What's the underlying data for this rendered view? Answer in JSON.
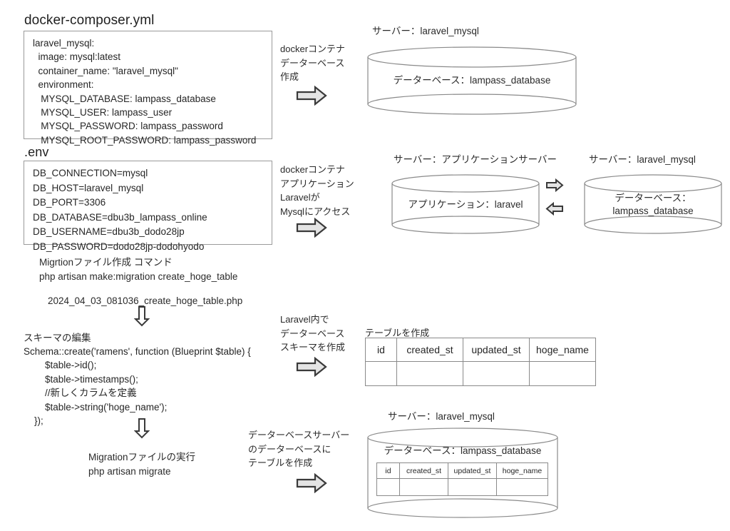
{
  "docker_compose": {
    "title": "docker-composer.yml",
    "lines": [
      "laravel_mysql:",
      "  image: mysql:latest",
      "  container_name: \"laravel_mysql\"",
      "  environment:",
      "   MYSQL_DATABASE: lampass_database",
      "   MYSQL_USER: lampass_user",
      "   MYSQL_PASSWORD: lampass_password",
      "   MYSQL_ROOT_PASSWORD: lampass_password"
    ]
  },
  "env_file": {
    "title": ".env",
    "lines": [
      "DB_CONNECTION=mysql",
      "DB_HOST=laravel_mysql",
      "DB_PORT=3306",
      "DB_DATABASE=dbu3b_lampass_online",
      "DB_USERNAME=dbu3b_dodo28jp",
      "DB_PASSWORD=dodo28jp-dodohyodo"
    ]
  },
  "annotations": {
    "create_db": "dockerコンテナ\nデーターベース\n作成",
    "laravel_access": "dockerコンテナ\nアプリケーション\nLaravelが\nMysqlにアクセス",
    "schema_in_laravel": "Laravel内で\nデーターベース\nスキーマを作成",
    "create_table_in_db": "データーベースサーバー\nのデーターベースに\nテーブルを作成"
  },
  "servers": {
    "mysql_top": {
      "label": "サーバー：laravel_mysql",
      "body": "データーベース：lampass_database"
    },
    "app_server": {
      "label": "サーバー：アプリケーションサーバー",
      "body": "アプリケーション：laravel"
    },
    "mysql_mid": {
      "label": "サーバー：laravel_mysql",
      "body": "データーベース：\nlampass_database"
    },
    "mysql_bottom": {
      "label": "サーバー：laravel_mysql",
      "body": "データーベース：lampass_database"
    }
  },
  "migration": {
    "command_note": "Migrtionファイル作成 コマンド\nphp artisan make:migration create_hoge_table",
    "generated_file": "2024_04_03_081036_create_hoge_table.php",
    "run_note": "Migrationファイルの実行\nphp artisan migrate"
  },
  "schema": {
    "heading": "スキーマの編集",
    "lines": [
      "Schema::create('ramens', function (Blueprint $table) {",
      "        $table->id();",
      "        $table->timestamps();",
      "        //新しくカラムを定義",
      "        $table->string('hoge_name');",
      "    });"
    ]
  },
  "table_section": {
    "caption": "テーブルを作成",
    "columns": [
      "id",
      "created_st",
      "updated_st",
      "hoge_name"
    ],
    "rows": [
      [
        "",
        "",
        "",
        ""
      ]
    ]
  },
  "colors": {
    "arrow_fill": "#e4e4e4",
    "arrow_stroke": "#3a3a3a",
    "box_border": "#9a9a9a",
    "cyl_stroke": "#8a8a8a",
    "text": "#2b2b2b"
  }
}
